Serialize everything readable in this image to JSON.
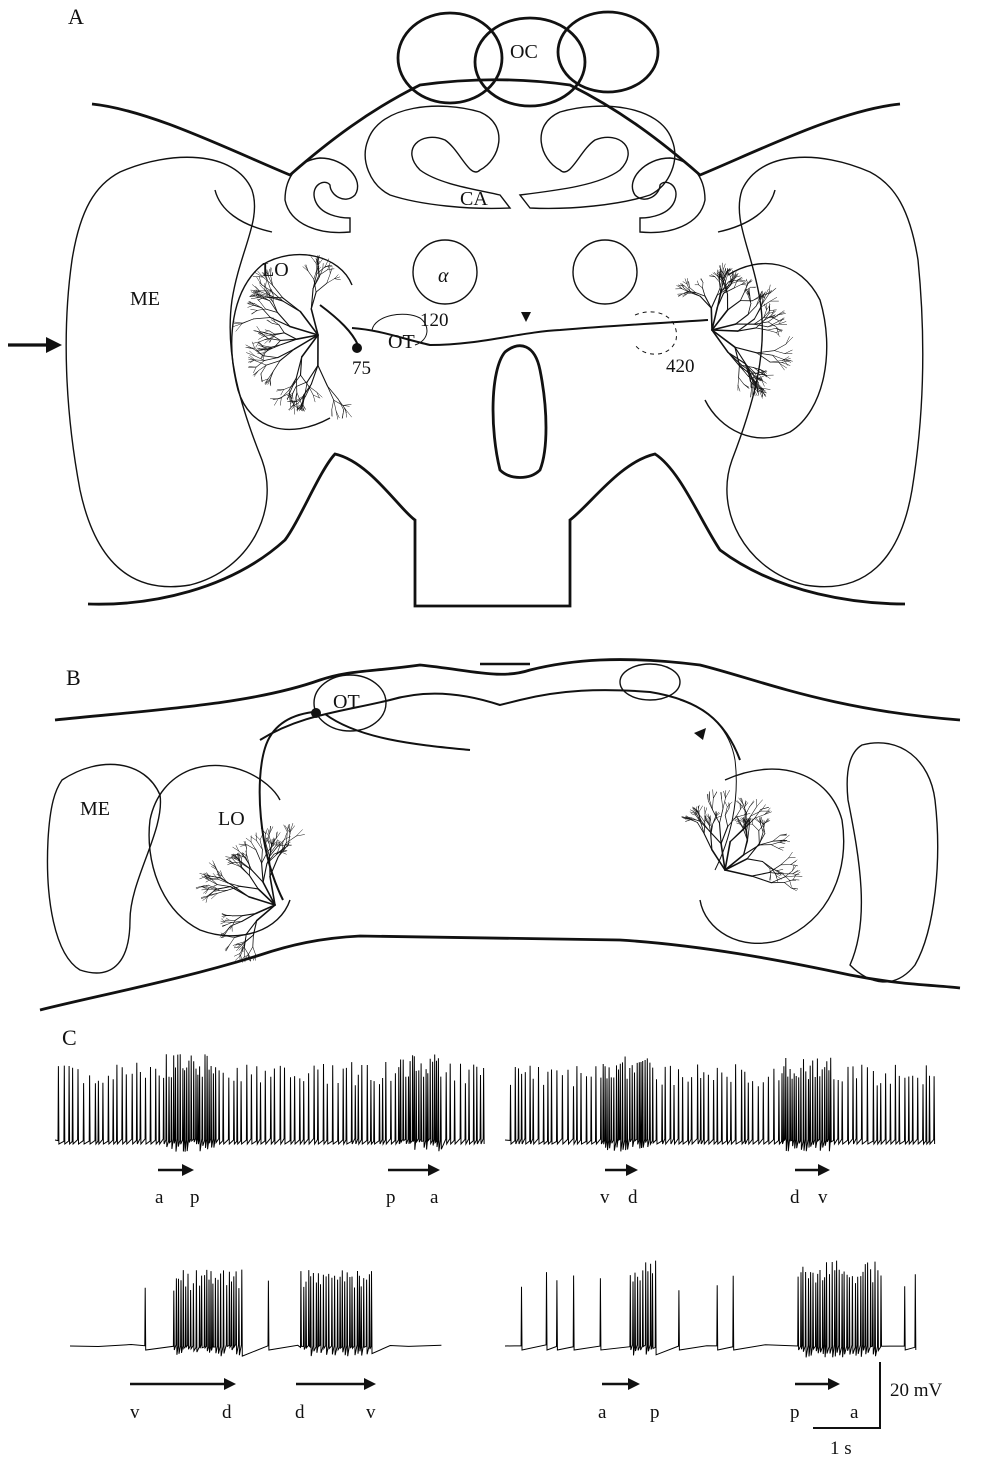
{
  "panels": {
    "a": {
      "label": "A",
      "regions": {
        "oc": "OC",
        "ca": "CA",
        "alpha": "α",
        "lo": "LO",
        "me": "ME",
        "ot": "OT"
      },
      "numbers": {
        "n120": "120",
        "n75": "75",
        "n420": "420"
      }
    },
    "b": {
      "label": "B",
      "regions": {
        "ot": "OT",
        "me": "ME",
        "lo": "LO"
      }
    },
    "c": {
      "label": "C",
      "row1": [
        {
          "from": "a",
          "to": "p"
        },
        {
          "from": "p",
          "to": "a"
        },
        {
          "from": "v",
          "to": "d"
        },
        {
          "from": "d",
          "to": "v"
        }
      ],
      "row2": [
        {
          "from": "v",
          "to": "d"
        },
        {
          "from": "d",
          "to": "v"
        },
        {
          "from": "a",
          "to": "p"
        },
        {
          "from": "p",
          "to": "a"
        }
      ],
      "scale": {
        "voltage": "20 mV",
        "time": "1 s"
      }
    }
  }
}
